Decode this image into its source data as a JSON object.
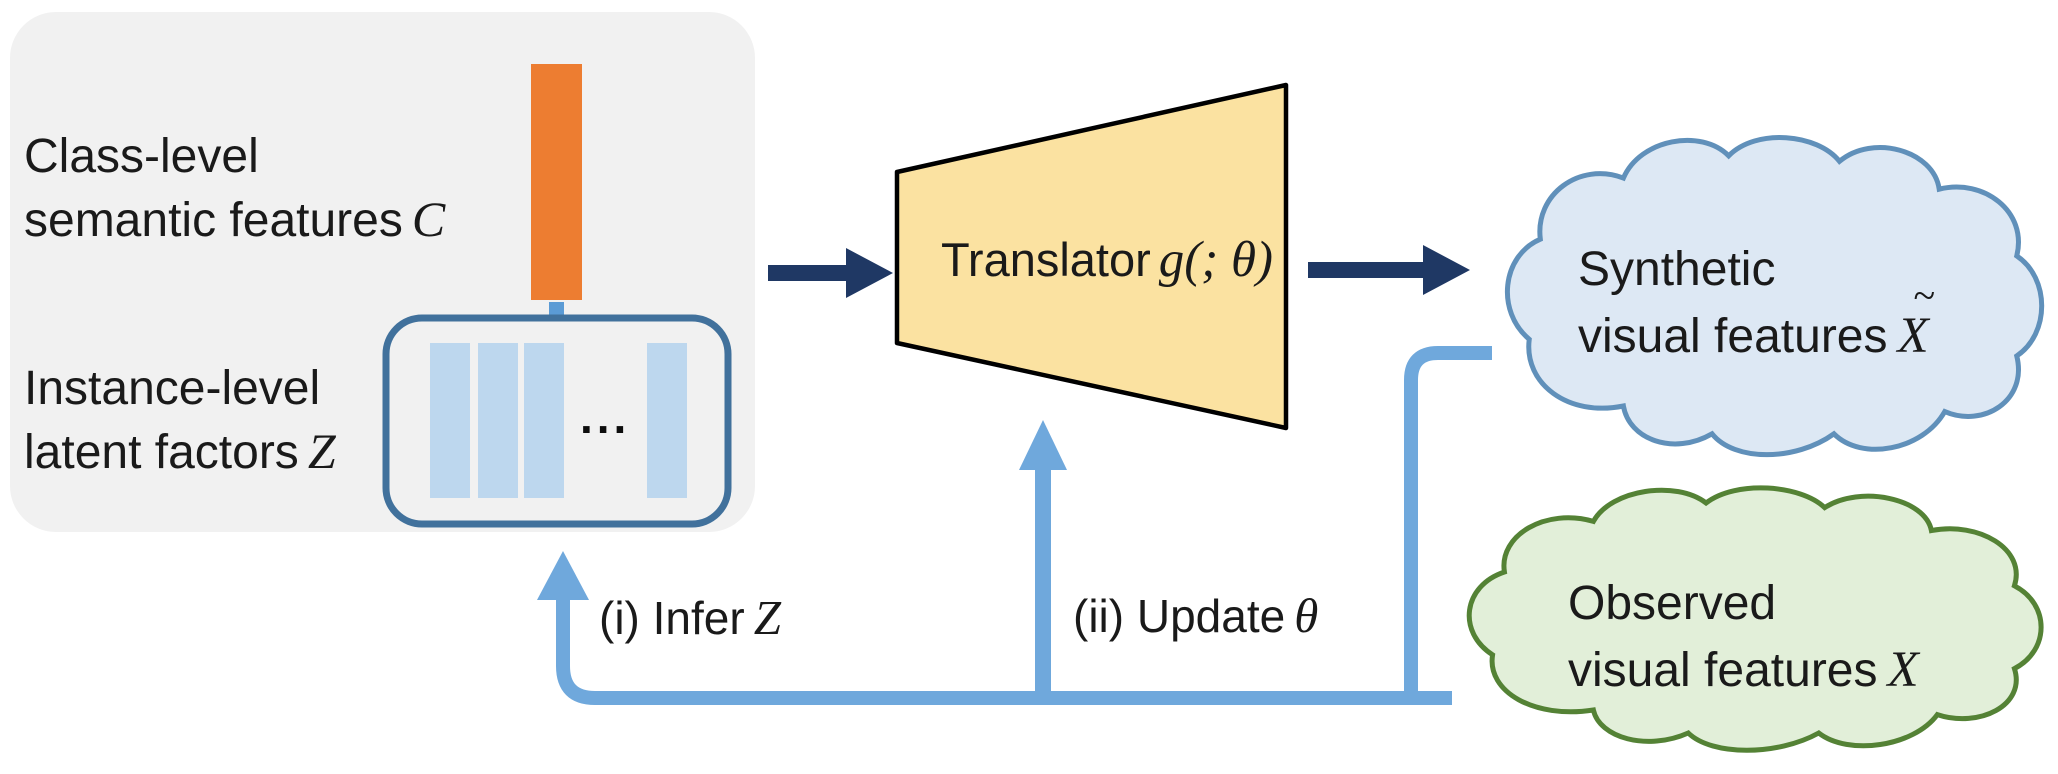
{
  "colors": {
    "panel-gray": "#f1f1f1",
    "orange": "#ed7d31",
    "connector-blue": "#5b9bd5",
    "bar-blue": "#bdd7ee",
    "latent-border-blue": "#41719c",
    "navy": "#1f3864",
    "translator-gold": "#fbe2a1",
    "translator-border": "#000000",
    "feedback-blue": "#6fa8dc",
    "synthetic-fill": "#dde8f4",
    "synthetic-border": "#6090ba",
    "observed-fill": "#e2efd9",
    "observed-border": "#548235",
    "text": "#1a1a1a"
  },
  "left_panel": {
    "class_line1": "Class-level",
    "class_line2": "semantic features",
    "class_math": "C",
    "instance_line1": "Instance-level",
    "instance_line2": "latent factors",
    "instance_math": "Z",
    "ellipsis": "..."
  },
  "translator": {
    "label": "Translator",
    "math": "g(; θ)"
  },
  "clouds": {
    "synthetic": {
      "line1": "Synthetic",
      "line2": "visual features",
      "math": "X",
      "accent": "~"
    },
    "observed": {
      "line1": "Observed",
      "line2": "visual features",
      "math": "X"
    }
  },
  "feedback": {
    "infer_label": "(i) Infer",
    "infer_math": "Z",
    "update_label": "(ii) Update",
    "update_math": "θ"
  }
}
